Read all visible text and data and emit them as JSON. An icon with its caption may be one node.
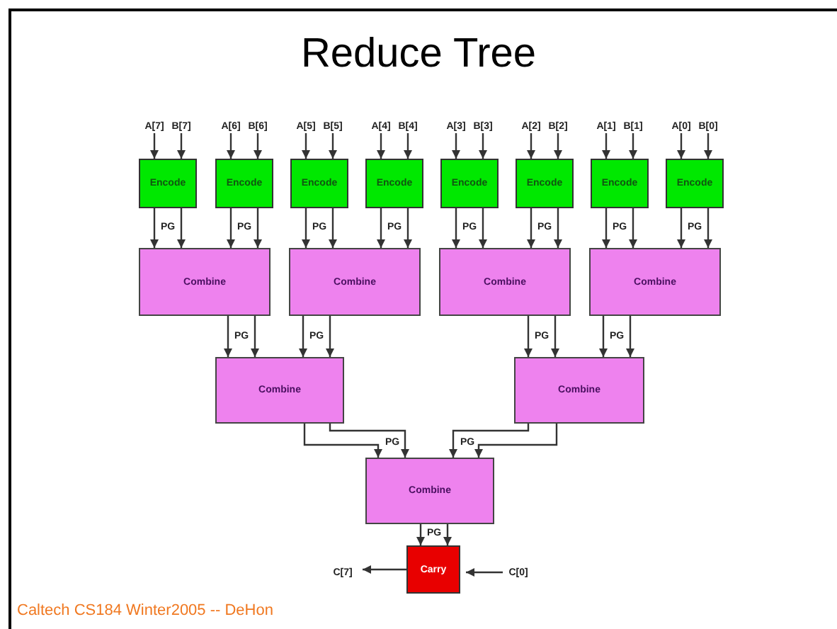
{
  "diagram": {
    "title": "Reduce Tree",
    "nodes": [
      {
        "text": [
          "A[7]"
        ]
      },
      {
        "text": [
          "B[7]"
        ]
      },
      {
        "text": [
          "A[6]"
        ]
      },
      {
        "text": [
          "B[6]"
        ]
      },
      {
        "text": [
          "A[5]"
        ]
      },
      {
        "text": [
          "B[5]"
        ]
      },
      {
        "text": [
          "A[4]"
        ]
      },
      {
        "text": [
          "B[4]"
        ]
      },
      {
        "text": [
          "A[3]"
        ]
      },
      {
        "text": [
          "B[3]"
        ]
      },
      {
        "text": [
          "A[2]"
        ]
      },
      {
        "text": [
          "B[2]"
        ]
      },
      {
        "text": [
          "A[1]"
        ]
      },
      {
        "text": [
          "B[1]"
        ]
      },
      {
        "text": [
          "A[0]"
        ]
      },
      {
        "text": [
          "B[0]"
        ]
      },
      {
        "text": [
          "Encode"
        ]
      },
      {
        "text": [
          "Encode"
        ]
      },
      {
        "text": [
          "Encode"
        ]
      },
      {
        "text": [
          "Encode"
        ]
      },
      {
        "text": [
          "Encode"
        ]
      },
      {
        "text": [
          "Encode"
        ]
      },
      {
        "text": [
          "Encode"
        ]
      },
      {
        "text": [
          "Encode"
        ]
      },
      {
        "text": [
          "Combine"
        ]
      },
      {
        "text": [
          "Combine"
        ]
      },
      {
        "text": [
          "Combine"
        ]
      },
      {
        "text": [
          "Combine"
        ]
      },
      {
        "text": [
          "Combine"
        ]
      },
      {
        "text": [
          "Combine"
        ]
      },
      {
        "text": [
          "Combine"
        ]
      },
      {
        "text": [
          "Carry"
        ]
      },
      {
        "text": [
          "C[7]"
        ]
      },
      {
        "text": [
          "C[0]"
        ]
      }
    ],
    "edges": [
      {
        "from": 0,
        "to": 16,
        "arrow": "to"
      },
      {
        "from": 1,
        "to": 16,
        "arrow": "to"
      },
      {
        "from": 2,
        "to": 17,
        "arrow": "to"
      },
      {
        "from": 3,
        "to": 17,
        "arrow": "to"
      },
      {
        "from": 4,
        "to": 18,
        "arrow": "to"
      },
      {
        "from": 5,
        "to": 18,
        "arrow": "to"
      },
      {
        "from": 6,
        "to": 19,
        "arrow": "to"
      },
      {
        "from": 7,
        "to": 19,
        "arrow": "to"
      },
      {
        "from": 8,
        "to": 20,
        "arrow": "to"
      },
      {
        "from": 9,
        "to": 20,
        "arrow": "to"
      },
      {
        "from": 10,
        "to": 21,
        "arrow": "to"
      },
      {
        "from": 11,
        "to": 21,
        "arrow": "to"
      },
      {
        "from": 12,
        "to": 22,
        "arrow": "to"
      },
      {
        "from": 13,
        "to": 22,
        "arrow": "to"
      },
      {
        "from": 14,
        "to": 23,
        "arrow": "to"
      },
      {
        "from": 15,
        "to": 23,
        "arrow": "to"
      },
      {
        "from": 16,
        "to": 24,
        "arrow": "to",
        "label": "PG"
      },
      {
        "from": 16,
        "to": 24,
        "arrow": "to"
      },
      {
        "from": 17,
        "to": 24,
        "arrow": "to",
        "label": "PG"
      },
      {
        "from": 17,
        "to": 24,
        "arrow": "to"
      },
      {
        "from": 18,
        "to": 25,
        "arrow": "to",
        "label": "PG"
      },
      {
        "from": 18,
        "to": 25,
        "arrow": "to"
      },
      {
        "from": 19,
        "to": 25,
        "arrow": "to",
        "label": "PG"
      },
      {
        "from": 19,
        "to": 25,
        "arrow": "to"
      },
      {
        "from": 20,
        "to": 26,
        "arrow": "to",
        "label": "PG"
      },
      {
        "from": 20,
        "to": 26,
        "arrow": "to"
      },
      {
        "from": 21,
        "to": 26,
        "arrow": "to",
        "label": "PG"
      },
      {
        "from": 21,
        "to": 26,
        "arrow": "to"
      },
      {
        "from": 22,
        "to": 27,
        "arrow": "to",
        "label": "PG"
      },
      {
        "from": 22,
        "to": 27,
        "arrow": "to"
      },
      {
        "from": 23,
        "to": 27,
        "arrow": "to",
        "label": "PG"
      },
      {
        "from": 23,
        "to": 27,
        "arrow": "to"
      },
      {
        "from": 24,
        "to": 28,
        "arrow": "to",
        "label": "PG"
      },
      {
        "from": 24,
        "to": 28,
        "arrow": "to"
      },
      {
        "from": 25,
        "to": 28,
        "arrow": "to",
        "label": "PG"
      },
      {
        "from": 25,
        "to": 28,
        "arrow": "to"
      },
      {
        "from": 26,
        "to": 29,
        "arrow": "to",
        "label": "PG"
      },
      {
        "from": 26,
        "to": 29,
        "arrow": "to"
      },
      {
        "from": 27,
        "to": 29,
        "arrow": "to",
        "label": "PG"
      },
      {
        "from": 27,
        "to": 29,
        "arrow": "to"
      },
      {
        "from": 28,
        "to": 30,
        "arrow": "to"
      },
      {
        "from": 28,
        "to": 30,
        "arrow": "to",
        "label": "PG"
      },
      {
        "from": 29,
        "to": 30,
        "arrow": "to",
        "label": "PG"
      },
      {
        "from": 29,
        "to": 30,
        "arrow": "to"
      },
      {
        "from": 30,
        "to": 31,
        "arrow": "to",
        "label": "PG"
      },
      {
        "from": 30,
        "to": 31,
        "arrow": "to"
      },
      {
        "from": 31,
        "to": 32,
        "arrow": "to"
      },
      {
        "from": 33,
        "to": 31,
        "arrow": "to"
      }
    ],
    "labels": [
      "Caltech CS184 Winter2005 -- DeHon"
    ]
  }
}
